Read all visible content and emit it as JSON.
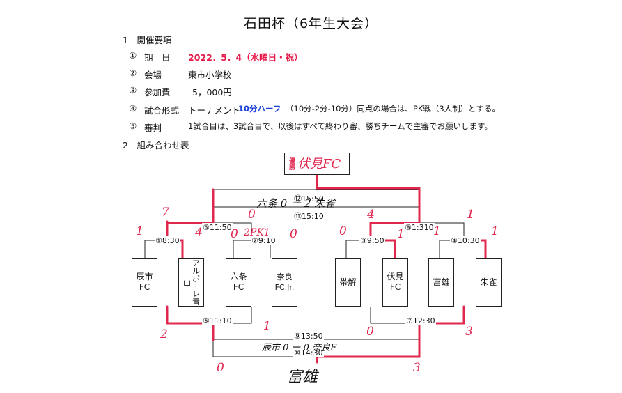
{
  "title": "石田杯（6年生大会）",
  "section1": "1　開催要項",
  "items": [
    {
      "num": "①",
      "label": "期　日",
      "value": "2022．5．4（水曜日・祝）"
    },
    {
      "num": "②",
      "label": "会場",
      "value": "東市小学校"
    },
    {
      "num": "③",
      "label": "参加費",
      "value": "5，000円"
    },
    {
      "num": "④",
      "label": "試合形式",
      "value_a": "トーナメント",
      "value_b": "10分ハーフ",
      "value_c": "（10分-2分-10分）同点の場合は、PK戦（3人制）とする。"
    },
    {
      "num": "⑤",
      "label": "審判",
      "value": "1試合目は、3試合目で、以後はすべて終わり審、勝ちチームで主審でお願いします。"
    }
  ],
  "section2": "2　組み合わせ表",
  "teams": [
    "辰市\nFC",
    "アルボーレ青山",
    "六条\nFC",
    "奈良\nFC.Jr.",
    "帯解",
    "伏見\nFC",
    "富雄",
    "朱雀"
  ],
  "matches": {
    "m1": "①8:30",
    "m2": "②9:10",
    "m3": "③9:50",
    "m4": "④10:30",
    "m5": "⑤11:10",
    "m6": "⑥11:50",
    "m7": "⑦12:30",
    "m8": "⑧1:310",
    "m9": "⑨13:50",
    "m10": "⑩14:30",
    "m11": "⑪15:10",
    "m12": "⑫15:50"
  },
  "handwritten": {
    "champion_label": "優勝",
    "champion": "伏見FC",
    "final": "六条 0 ー 2 朱雀",
    "third": "辰市 0 ー 0 奈良F",
    "third_winner": "富雄",
    "s_m1_l": "1",
    "s_m1_r": "4",
    "s_m2_l": "0",
    "s_m2_pk": "2PK1",
    "s_m2_r": "0",
    "s_m3_l": "0",
    "s_m3_r": "1",
    "s_m4_l": "1",
    "s_m4_r": "1",
    "s_m6_l": "7",
    "s_m6_r": "0",
    "s_m8_l": "4",
    "s_m8_r": "1",
    "s_m5_l": "2",
    "s_m5_r": "1",
    "s_m7_l": "0",
    "s_m7_r": "3",
    "s_m10_l": "0",
    "s_m10_r": "3"
  },
  "colors": {
    "ink": "#111111",
    "accent_red": "#e6194a",
    "accent_blue": "#1a40d6",
    "pen_red": "#e0284f"
  }
}
